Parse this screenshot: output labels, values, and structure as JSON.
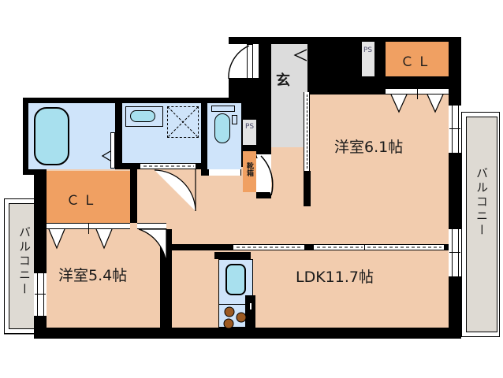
{
  "plan": {
    "type": "floor-plan",
    "unit_layout": "2LDK",
    "rooms": [
      {
        "id": "bedroom-east",
        "label": "洋室6.1帖",
        "size_jo": 6.1,
        "kind": "western-room"
      },
      {
        "id": "bedroom-west",
        "label": "洋室5.4帖",
        "size_jo": 5.4,
        "kind": "western-room"
      },
      {
        "id": "ldk",
        "label": "LDK11.7帖",
        "size_jo": 11.7,
        "kind": "living-dining-kitchen"
      }
    ],
    "closets": [
      {
        "id": "closet-east",
        "label": "ＣＬ"
      },
      {
        "id": "closet-west",
        "label": "ＣＬ"
      }
    ],
    "pipe_shafts": [
      {
        "id": "ps-north",
        "label": "PS"
      },
      {
        "id": "ps-hall",
        "label": "PS"
      }
    ],
    "entrance": {
      "label": "玄",
      "shoe_box_label": "靴箱"
    },
    "balconies": [
      {
        "id": "balcony-west",
        "label": "バルコニー"
      },
      {
        "id": "balcony-east",
        "label": "バルコニー"
      }
    ],
    "fixtures": [
      {
        "id": "bathtub",
        "name": "bathtub"
      },
      {
        "id": "vanity-sink",
        "name": "vanity-sink"
      },
      {
        "id": "washer-space",
        "name": "washing-machine-space"
      },
      {
        "id": "toilet",
        "name": "toilet"
      },
      {
        "id": "kitchen-sink",
        "name": "kitchen-sink"
      },
      {
        "id": "gas-stove",
        "name": "three-burner-stove"
      }
    ],
    "colors": {
      "wall": "#000000",
      "floor": "#F2CCAE",
      "closet": "#F0A062",
      "water_area": "#CFE4FA",
      "tub_water": "#A8E0EE",
      "entry_tile": "#DCDCDC",
      "balcony": "#DEDAD3",
      "pipe_shaft": "#E4E4E4",
      "burner": "#9C5A22"
    }
  }
}
